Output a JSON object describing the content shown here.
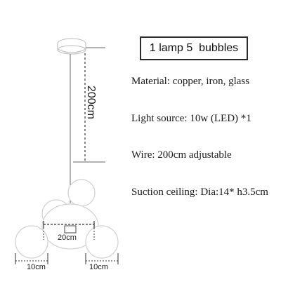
{
  "title": "1 lamp 5  bubbles",
  "specs": {
    "material": "Material: copper, iron, glass",
    "light_source": "Light source: 10w (LED) *1",
    "wire": "Wire: 200cm adjustable",
    "suction_ceiling": "Suction ceiling: Dia:14* h3.5cm"
  },
  "dimensions": {
    "wire_length": "200cm",
    "center_width": "20cm",
    "left_bubble": "10cm",
    "right_bubble": "10cm"
  },
  "colors": {
    "line": "#555555",
    "bubble_stroke": "#cccccc",
    "bubble_fill": "#ffffff"
  }
}
